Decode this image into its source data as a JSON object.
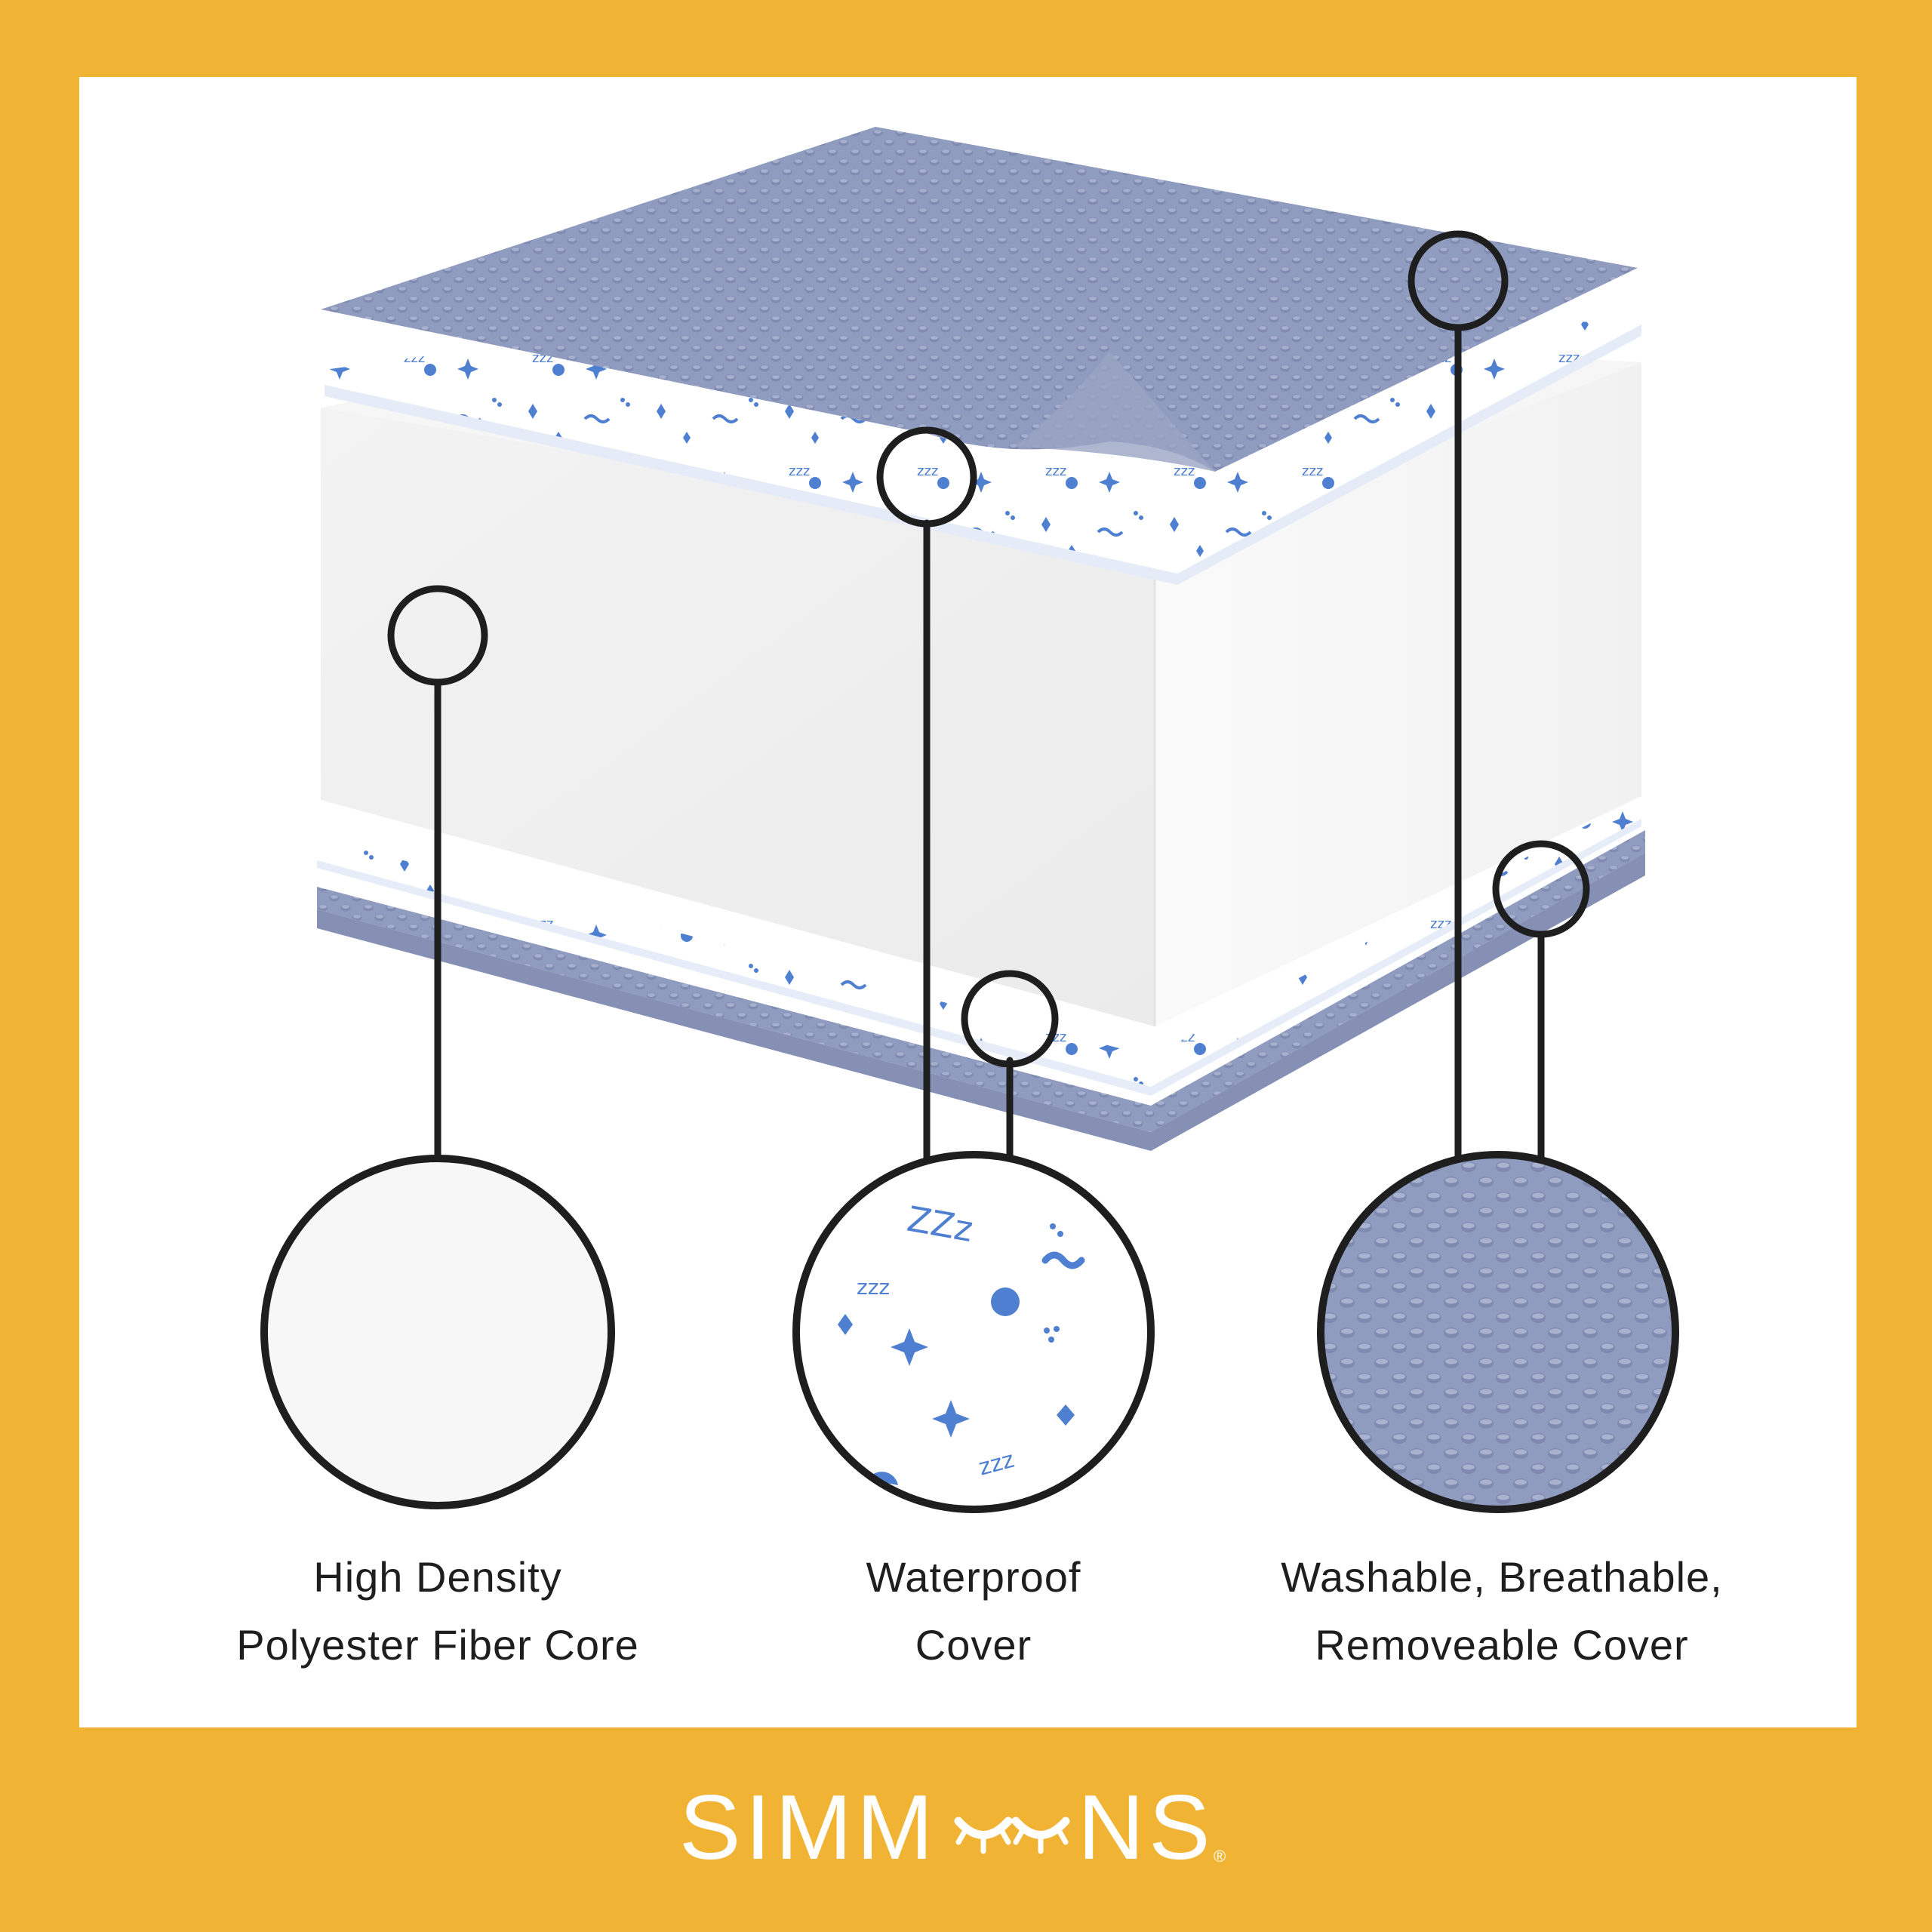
{
  "colors": {
    "background": "#F0B334",
    "panel": "#FFFFFF",
    "mesh": "#8F9BBF",
    "pattern": "#4F7FD0",
    "line": "#1E1E1E"
  },
  "labels": {
    "core": {
      "line1": "High Density",
      "line2": "Polyester Fiber Core"
    },
    "waterproof": {
      "line1": "Waterproof",
      "line2": "Cover"
    },
    "mesh": {
      "line1": "Washable, Breathable,",
      "line2": "Removeable Cover"
    }
  },
  "brand": {
    "text_left": "SIMM",
    "text_right": "NS",
    "mark": "®",
    "logo_icon": "sleeping-eyes-icon"
  }
}
